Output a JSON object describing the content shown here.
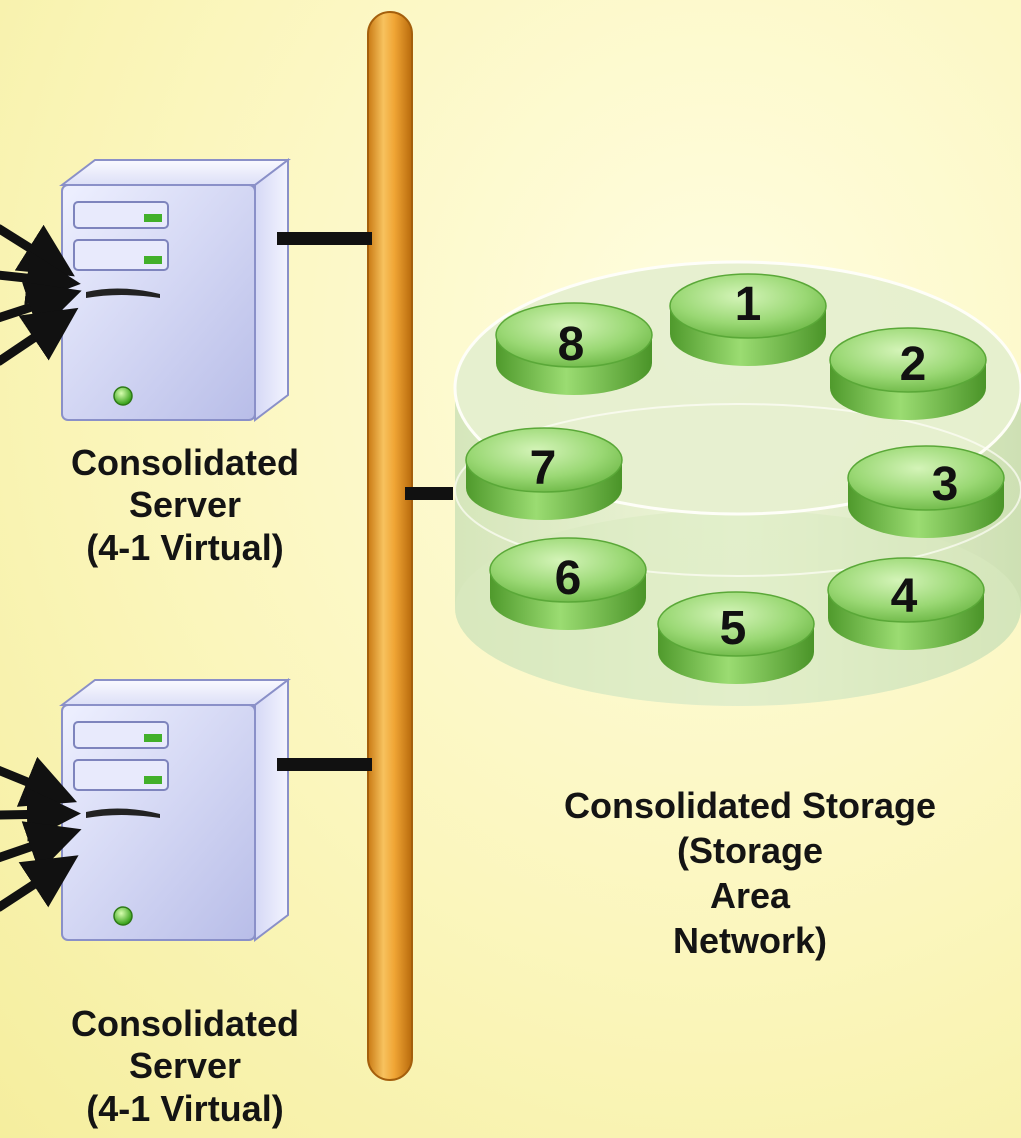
{
  "servers": [
    {
      "label_line1": "Consolidated",
      "label_line2": "Server",
      "label_line3": "(4-1 Virtual)"
    },
    {
      "label_line1": "Consolidated",
      "label_line2": "Server",
      "label_line3": "(4-1 Virtual)"
    }
  ],
  "storage": {
    "label_line1": "Consolidated Storage",
    "label_line2": "(Storage",
    "label_line3": "Area",
    "label_line4": "Network)",
    "disks": [
      "1",
      "2",
      "3",
      "4",
      "5",
      "6",
      "7",
      "8"
    ]
  },
  "colors": {
    "background": "#fbf6bd",
    "network_bus": "#f0a83a",
    "disk": "#8fd26a",
    "server_case": "#cfd2f2"
  }
}
